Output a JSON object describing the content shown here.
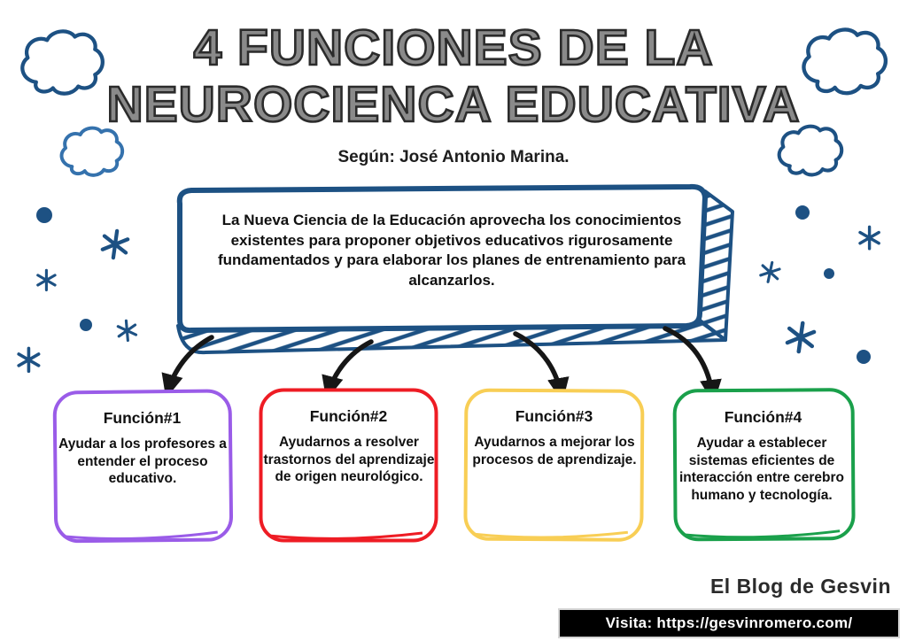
{
  "title": {
    "line1": "4 FUNCIONES DE LA",
    "line2": "NEUROCIENCA EDUCATIVA"
  },
  "subtitle": "Según: José Antonio Marina.",
  "main_box": {
    "text": "La Nueva Ciencia de la Educación aprovecha los conocimientos existentes para proponer objetivos educativos rigurosamente fundamentados y para elaborar los planes de entrenamiento para alcanzarlos."
  },
  "functions": [
    {
      "heading": "Función#1",
      "text": "Ayudar a los profesores a entender el proceso educativo.",
      "color": "#9a5ce8"
    },
    {
      "heading": "Función#2",
      "text": "Ayudarnos a resolver trastornos del aprendizaje de origen neurológico.",
      "color": "#ee1c24"
    },
    {
      "heading": "Función#3",
      "text": "Ayudarnos a mejorar los procesos de aprendizaje.",
      "color": "#f8ce55"
    },
    {
      "heading": "Función#4",
      "text": "Ayudar a establecer sistemas eficientes de interacción entre cerebro humano y tecnología.",
      "color": "#1aa04b"
    }
  ],
  "footer": {
    "credit": "El Blog de Gesvin",
    "visit": "Visita: https://gesvinromero.com/"
  },
  "colors": {
    "ink_blue": "#1d5183",
    "cloud_light": "#3572ad",
    "arrow_black": "#161616",
    "bar_bg": "#000000",
    "bar_text": "#ffffff"
  },
  "decorations": {
    "icons": [
      "cloud-icon",
      "star-icon",
      "dot-icon",
      "arrow-icon"
    ]
  }
}
